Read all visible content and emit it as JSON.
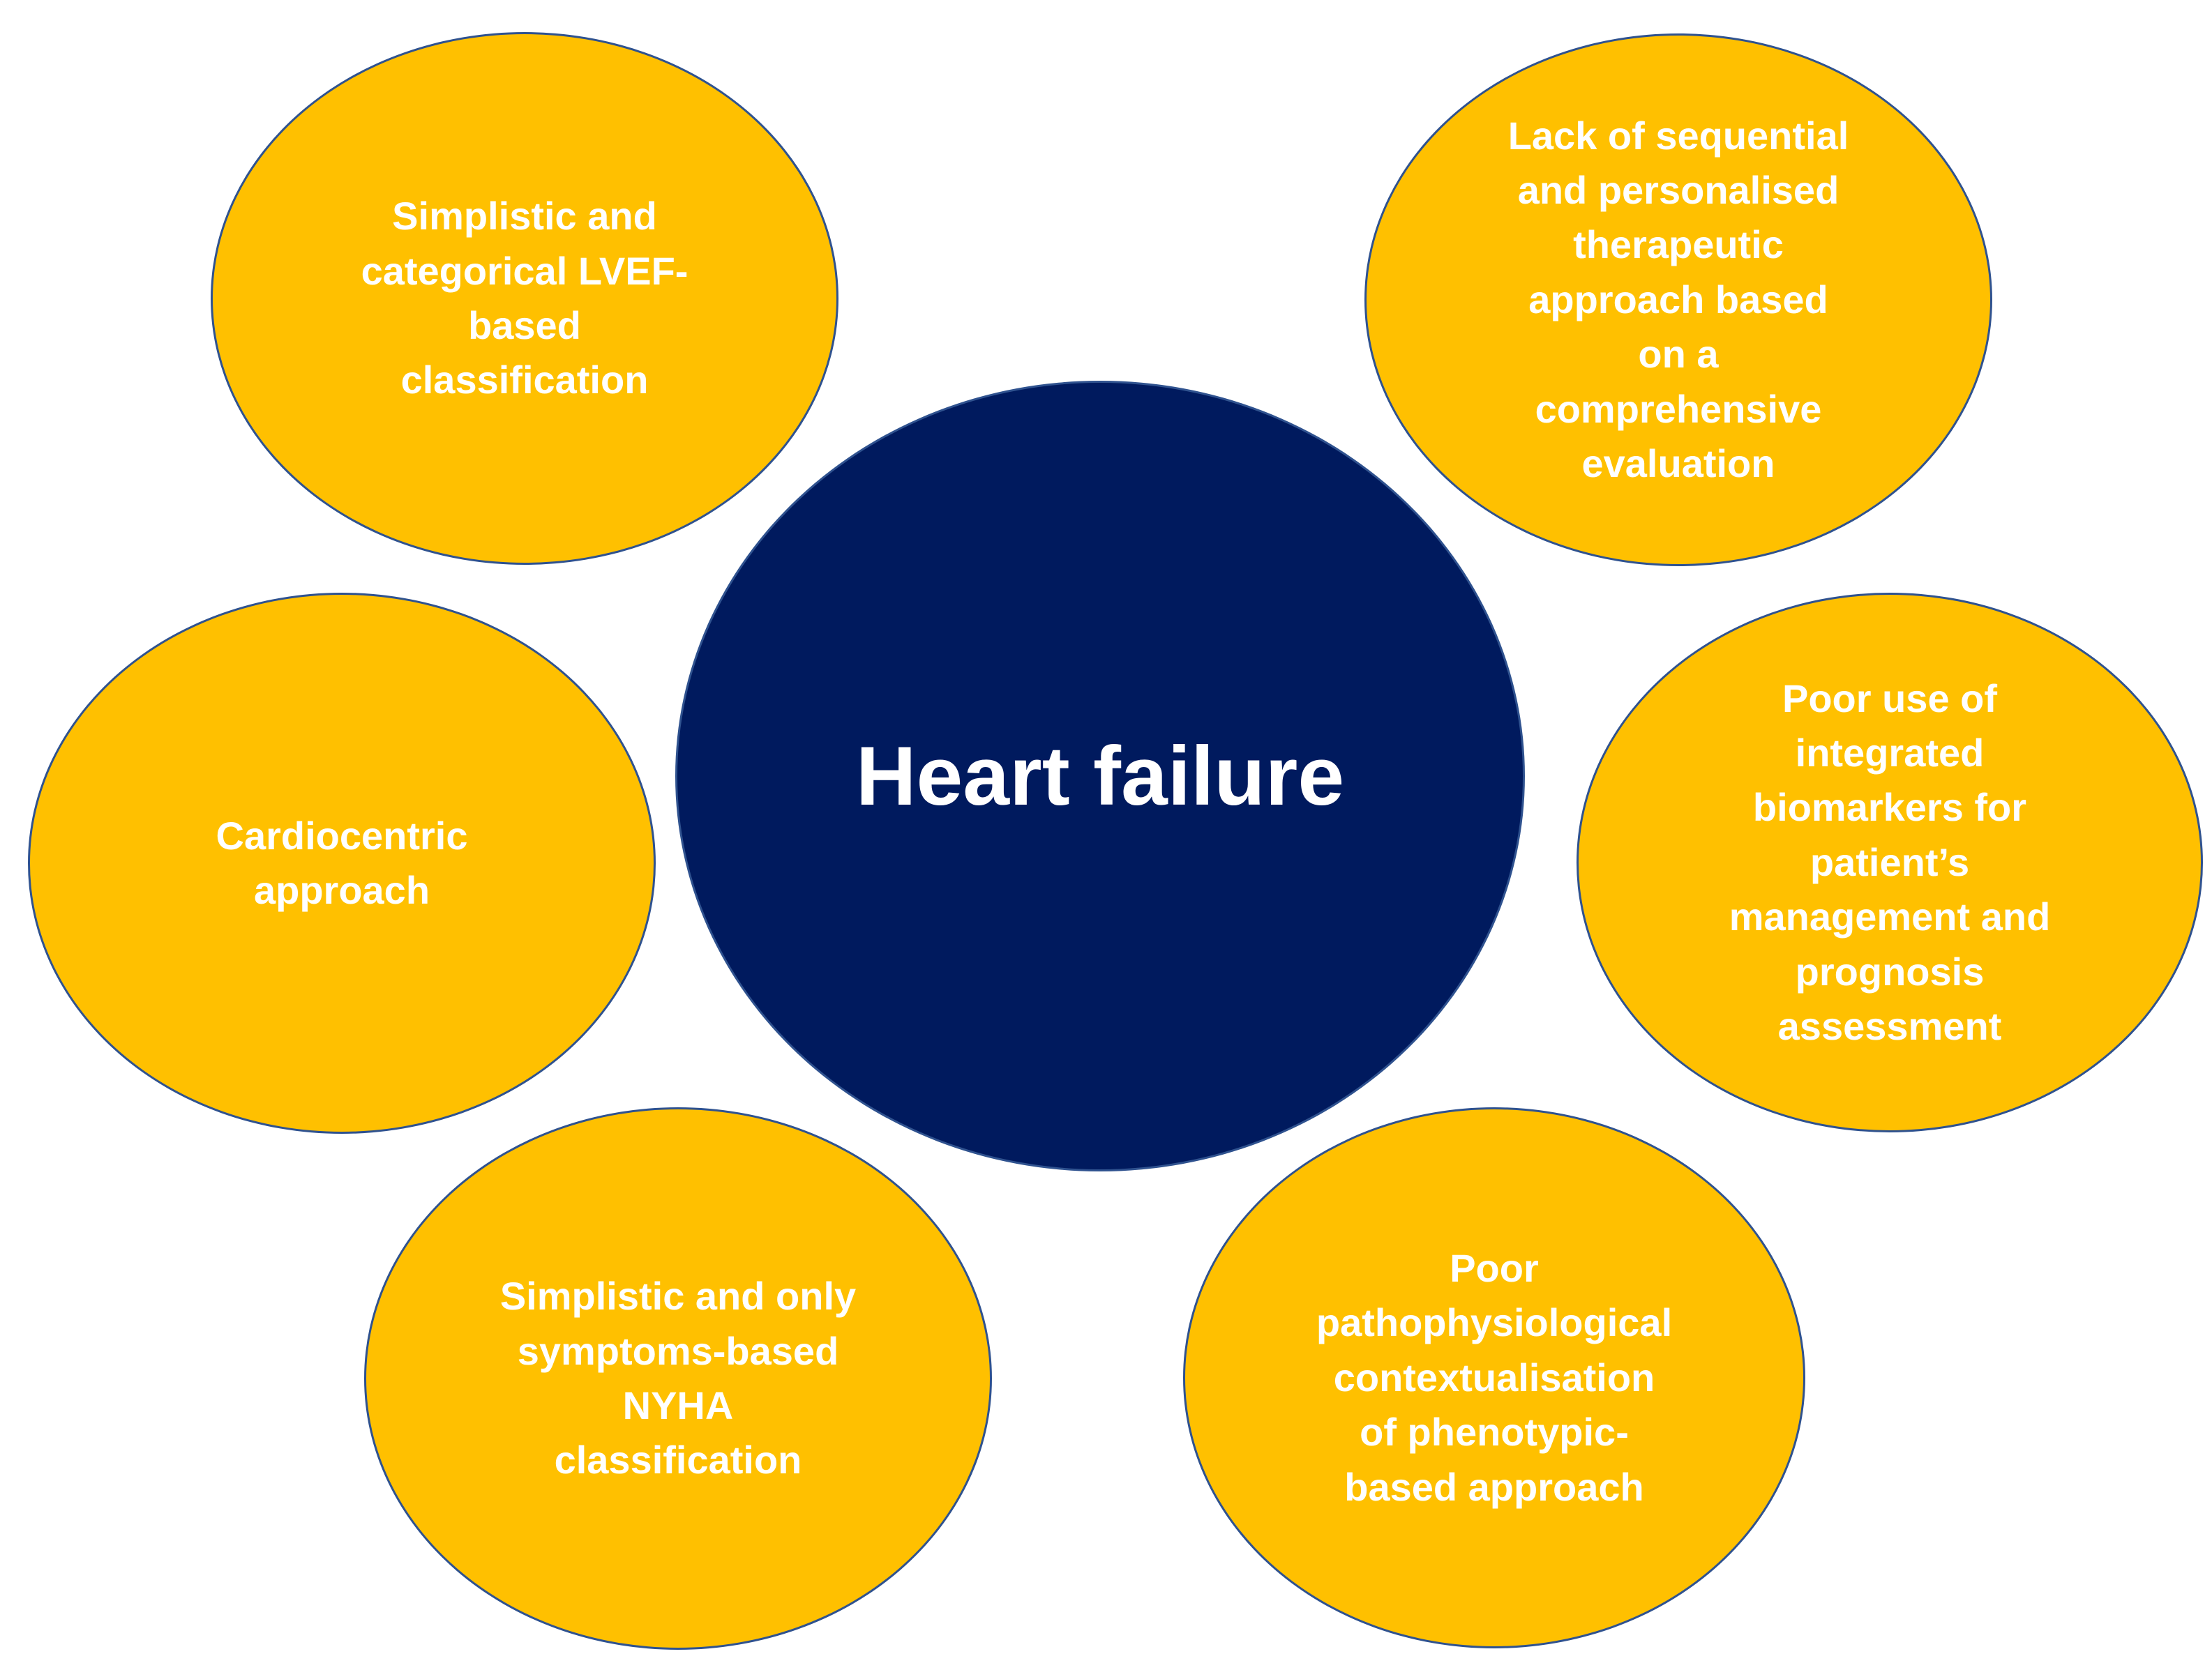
{
  "center": {
    "label": "Heart failure",
    "color": "#001A5E"
  },
  "nodes": {
    "lvef": "Simplistic and\ncategorical LVEF-\nbased\nclassification",
    "therapeutic": "Lack of  sequential\nand personalised\ntherapeutic\napproach based\non a\ncomprehensive\nevaluation",
    "cardiocentric": "Cardiocentric\napproach",
    "biomarkers": "Poor use of\nintegrated\nbiomarkers for\npatient’s\nmanagement and\nprognosis\nassessment",
    "nyha": "Simplistic and only\nsymptoms-based\nNYHA\nclassification",
    "pathophysiology": "Poor\npathophysiological\ncontextualisation\nof phenotypic-\nbased approach"
  },
  "colors": {
    "outer_fill": "#FFC000",
    "outline": "#2F528F",
    "text": "#FFFFFF"
  }
}
